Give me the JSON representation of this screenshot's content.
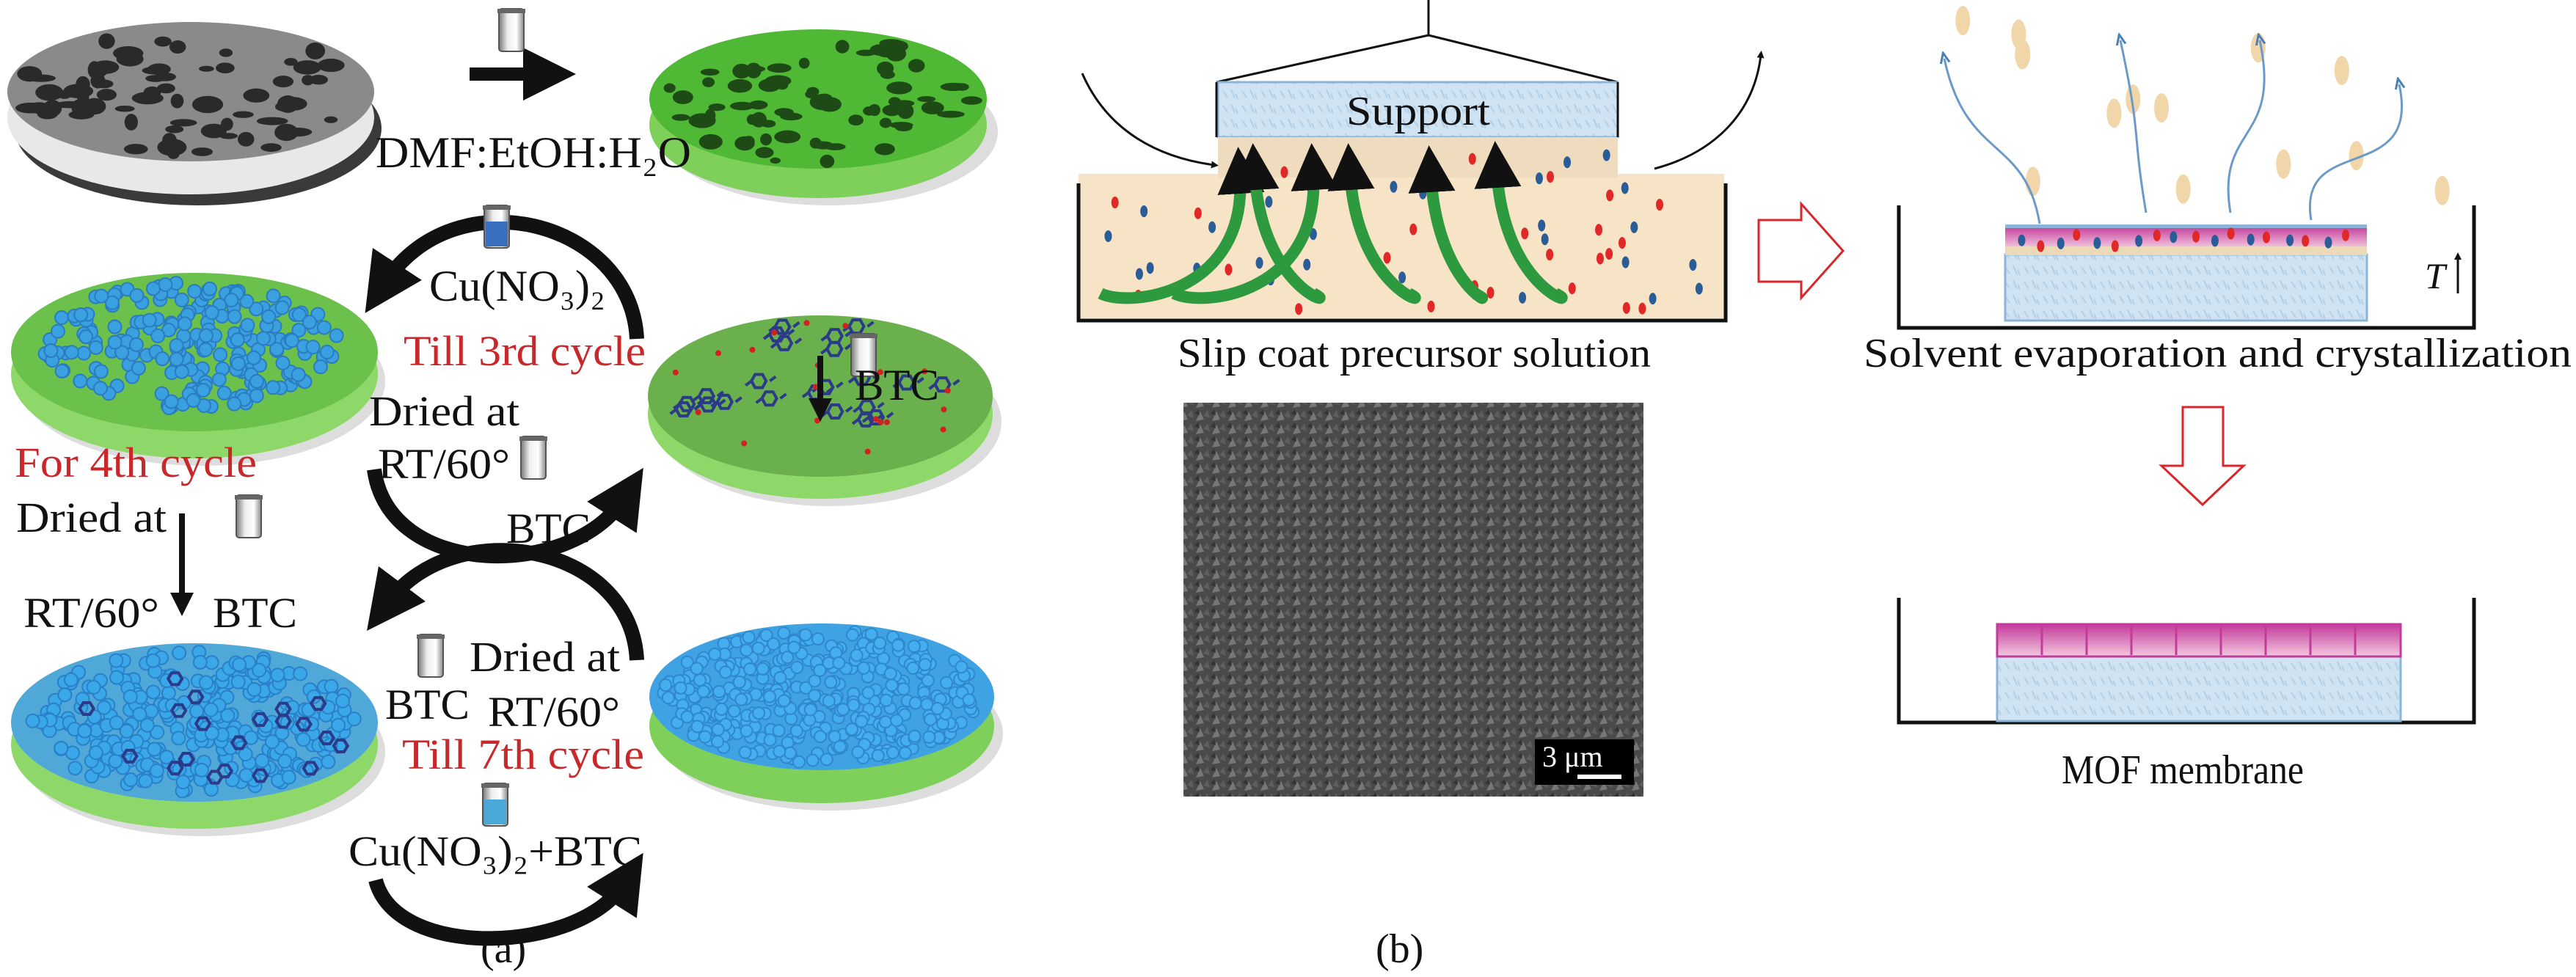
{
  "panel_a": {
    "solvent_label": "DMF:EtOH:H₂O",
    "cu_label": "Cu(NO₃)₂",
    "btc_label_1": "BTC",
    "till_3rd": "Till 3rd cycle",
    "dried_at_1": "Dried at",
    "rt_1": "RT/60°",
    "btc_label_2": "BTC",
    "for_4th": "For 4th cycle",
    "dried_at_2": "Dried at",
    "rt_2": "RT/60°",
    "btc_label_3": "BTC",
    "dried_at_3": "Dried at",
    "btc_label_4": "BTC",
    "rt_3": "RT/60°",
    "till_7th": "Till 7th cycle",
    "cu_btc_label": "Cu(NO₃)₂+BTC",
    "caption": "(a)"
  },
  "panel_b": {
    "support_label": "Support",
    "slip_coat_label": "Slip coat precursor solution",
    "scale_bar": "3 μm",
    "evaporation_label": "Solvent evaporation and crystallization",
    "temperature_label": "T",
    "membrane_label": "MOF membrane",
    "caption": "(b)"
  },
  "colors": {
    "red_text": "#c8282a",
    "green_disc": "#5cc040",
    "blue_crystal": "#3aa0e0",
    "solution_beige": "#f7e4c6",
    "support_blue": "#cfe3f2",
    "mof_pink": "#d455a8",
    "hollow_arrow": "#d8262a"
  }
}
